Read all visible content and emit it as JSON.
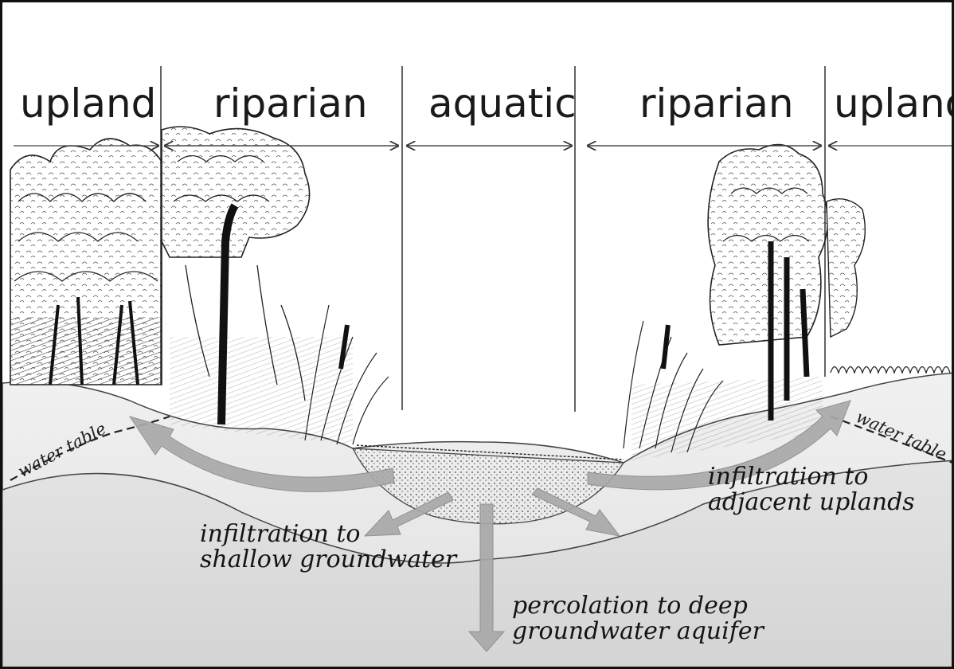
{
  "zones": {
    "upland_left": "upland",
    "riparian_left": "riparian",
    "aquatic": "aquatic",
    "riparian_right": "riparian",
    "upland_right": "upland"
  },
  "water_table": {
    "left": "water table",
    "right": "water table"
  },
  "flows": {
    "shallow": [
      "infiltration to",
      "shallow groundwater"
    ],
    "adjacent": [
      "infiltration to",
      "adjacent uplands"
    ],
    "deep": [
      "percolation to deep",
      "groundwater aquifer"
    ]
  }
}
